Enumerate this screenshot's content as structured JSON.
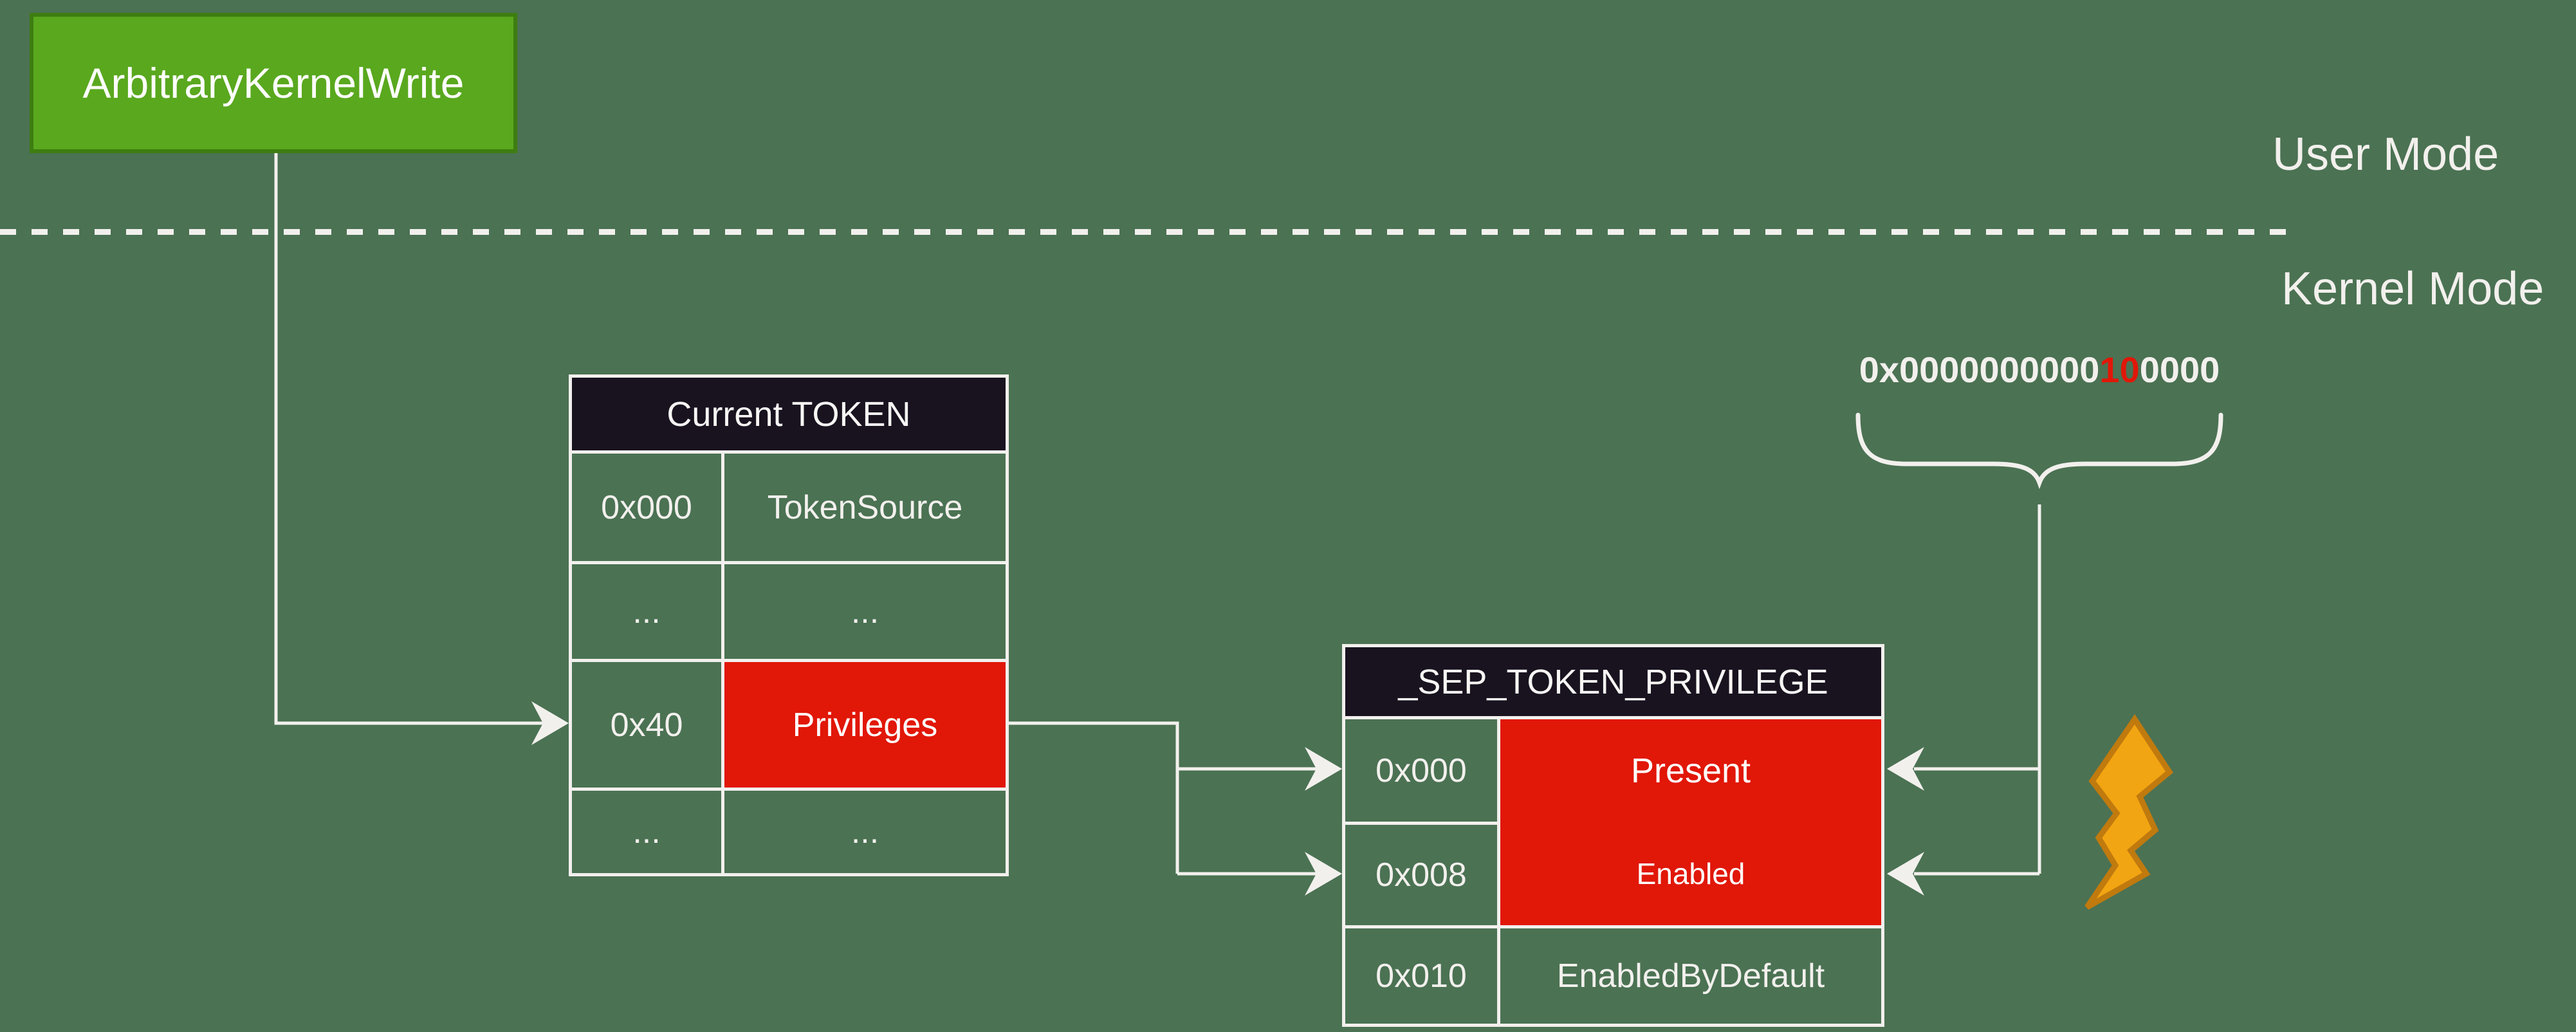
{
  "colors": {
    "background": "#4B7253",
    "line": "#F2F0ED",
    "red": "#E11708",
    "dark": "#191320",
    "box_fill": "#59A81E",
    "box_border": "#3E7D11",
    "bolt_fill": "#F2A512",
    "bolt_stroke": "#C07A0E"
  },
  "exploit": {
    "label": "ArbitraryKernelWrite"
  },
  "modes": {
    "user": "User Mode",
    "kernel": "Kernel Mode"
  },
  "hex": {
    "prefix": "0x0000000000",
    "highlight": "10",
    "suffix": "0000"
  },
  "token_table": {
    "title": "Current TOKEN",
    "rows": [
      {
        "offset": "0x000",
        "field": "TokenSource"
      },
      {
        "offset": "...",
        "field": "..."
      },
      {
        "offset": "0x40",
        "field": "Privileges"
      },
      {
        "offset": "...",
        "field": "..."
      }
    ]
  },
  "sep_table": {
    "title": "_SEP_TOKEN_PRIVILEGE",
    "rows": [
      {
        "offset": "0x000",
        "field": "Present"
      },
      {
        "offset": "0x008",
        "field": "Enabled"
      },
      {
        "offset": "0x010",
        "field": "EnabledByDefault"
      }
    ]
  },
  "icons": {
    "bolt": "lightning-bolt-icon"
  }
}
